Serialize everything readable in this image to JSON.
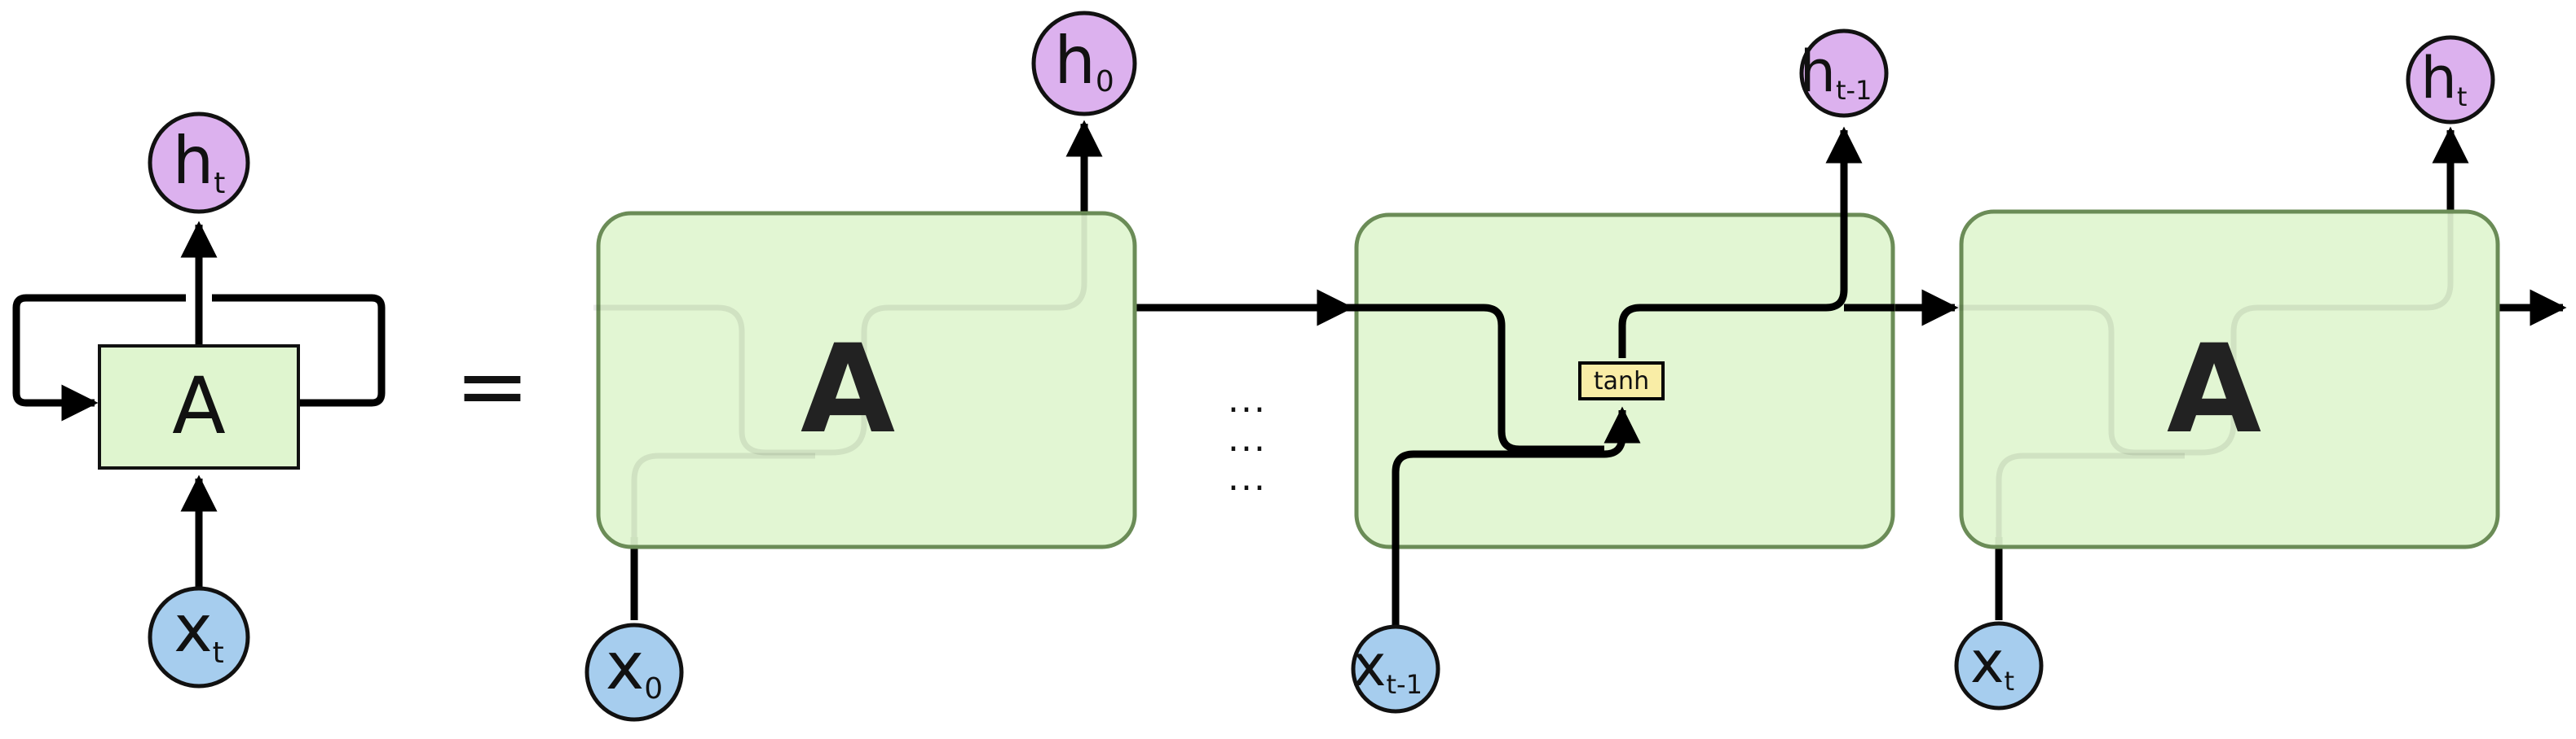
{
  "colors": {
    "cell_fill": "#dff5cf",
    "cell_stroke": "#6b8c57",
    "output_node_fill": "#dcb1ee",
    "input_node_fill": "#a6cdee",
    "node_stroke": "#111111",
    "tanh_fill": "#f9eda6",
    "line": "#000000"
  },
  "folded": {
    "cell_label": "A",
    "output": {
      "main": "h",
      "sub": "t"
    },
    "input": {
      "main": "x",
      "sub": "t"
    }
  },
  "equals": "=",
  "unrolled": {
    "cells": [
      {
        "label": "A",
        "output": {
          "main": "h",
          "sub": "0"
        },
        "input": {
          "main": "x",
          "sub": "0"
        }
      },
      {
        "label": "",
        "activation": "tanh",
        "output": {
          "main": "h",
          "sub": "t-1"
        },
        "input": {
          "main": "x",
          "sub": "t-1"
        }
      },
      {
        "label": "A",
        "output": {
          "main": "h",
          "sub": "t"
        },
        "input": {
          "main": "x",
          "sub": "t"
        }
      }
    ],
    "ellipsis": [
      "...",
      "...",
      "..."
    ]
  },
  "icons": {
    "arrowhead": "arrowhead-icon"
  }
}
